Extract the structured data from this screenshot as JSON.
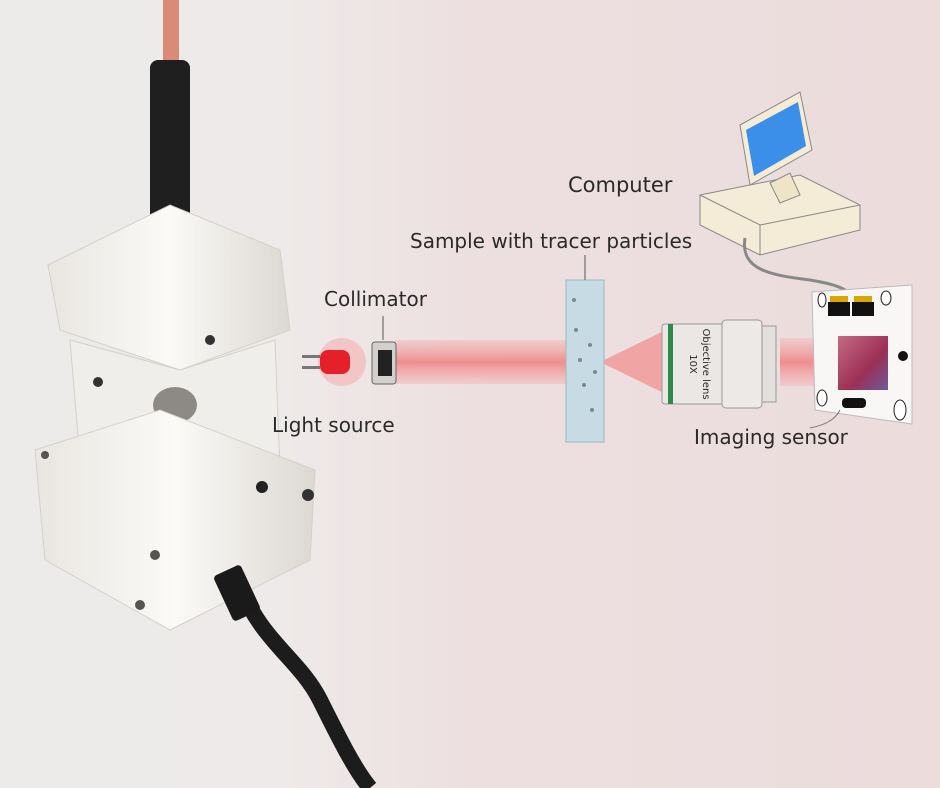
{
  "labels": {
    "computer": "Computer",
    "sample": "Sample with tracer particles",
    "collimator": "Collimator",
    "light_source": "Light source",
    "imaging_sensor": "Imaging sensor"
  },
  "objective_lens": {
    "magnification": "10X",
    "name": "Objective lens"
  },
  "colors": {
    "beam": "#f08a8a",
    "background": "#ecdcdc",
    "device": "#f7f5f2"
  }
}
